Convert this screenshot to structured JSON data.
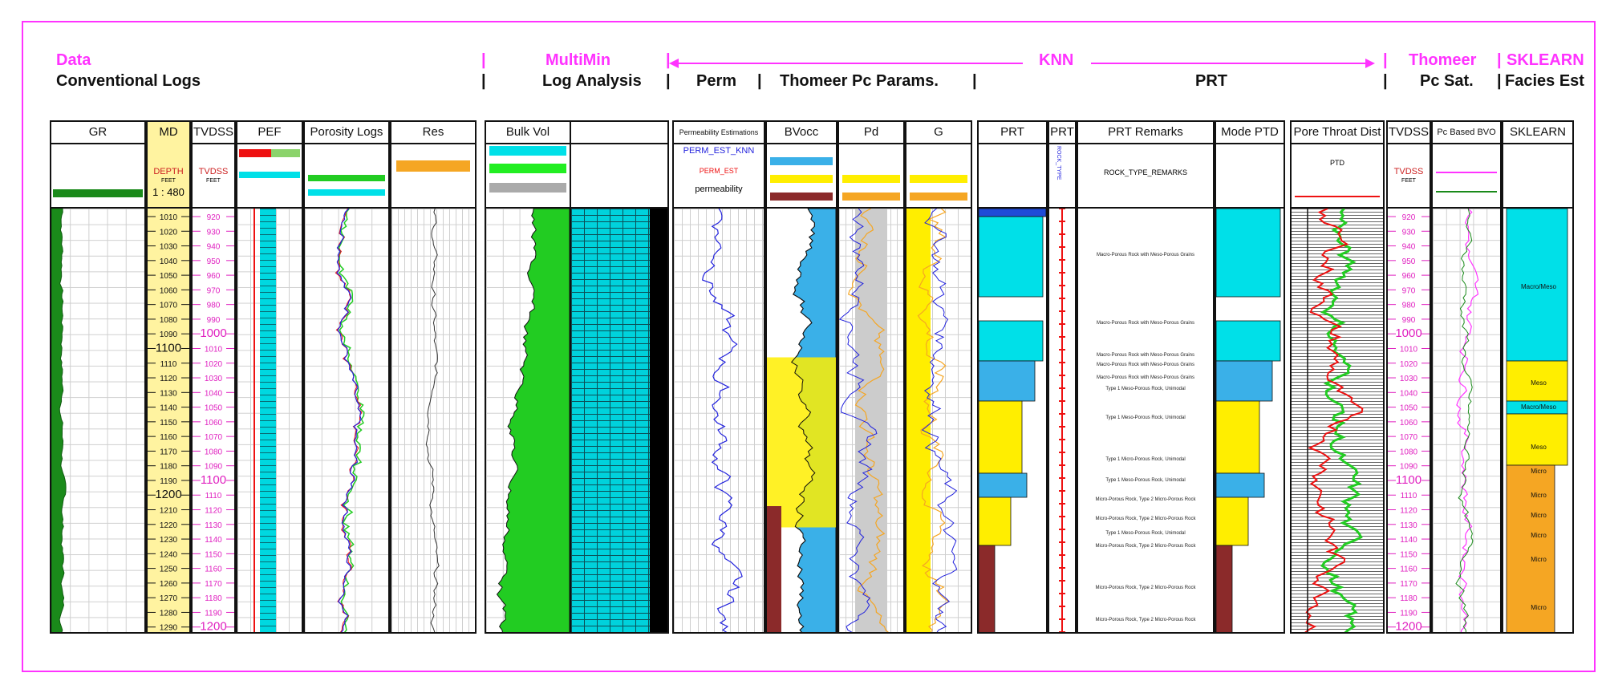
{
  "groups": {
    "data": {
      "top": "Data",
      "bottom": "Conventional Logs"
    },
    "multimin": {
      "top": "MultiMin",
      "bottom": "Log Analysis"
    },
    "knn": {
      "top": "KNN"
    },
    "perm": "Perm",
    "thomeer_params": "Thomeer Pc Params.",
    "prt": "PRT",
    "thomeer": {
      "top": "Thomeer",
      "bottom": "Pc Sat."
    },
    "sklearn": {
      "top": "SKLEARN",
      "bottom": "Facies Est"
    }
  },
  "tracks": {
    "gr": "GR",
    "md": "MD",
    "tvdss": "TVDSS",
    "pef": "PEF",
    "porosity": "Porosity Logs",
    "res": "Res",
    "bulkvol": "Bulk Vol",
    "perm": "Permeability Estimations",
    "bvocc": "BVocc",
    "pd": "Pd",
    "g": "G",
    "prt1": "PRT",
    "prt2": "PRT",
    "prt_remarks": "PRT Remarks",
    "mode_ptd": "Mode PTD",
    "ptd": "Pore Throat Dist",
    "tvdss2": "TVDSS",
    "pc_bvo": "Pc Based BVO",
    "sklearn": "SKLEARN"
  },
  "headers": {
    "depth_label": "DEPTH",
    "depth_unit": "FEET",
    "scale": "1 : 480",
    "tvdss_label": "TVDSS",
    "tvdss_unit": "FEET",
    "perm_est": "PERM_EST_KNN",
    "perm_est2": "PERM_EST",
    "permeability": "permeability",
    "rock_type_remarks": "ROCK_TYPE_REMARKS",
    "ptd": "PTD",
    "rock_type_vertical": "ROCK_TYPE"
  },
  "colors": {
    "magenta": "#ff33ff",
    "green": "#1a8a1a",
    "bright_green": "#22cc22",
    "cyan": "#00e0e8",
    "yellow": "#ffee00",
    "orange": "#f5a623",
    "maroon": "#8b2a2a",
    "blue": "#2222dd",
    "red": "#ee1111"
  },
  "chart_data": {
    "type": "line",
    "md_ticks": [
      "1010",
      "1020",
      "1030",
      "1040",
      "1050",
      "1060",
      "1070",
      "1080",
      "1090",
      "1100",
      "1110",
      "1120",
      "1130",
      "1140",
      "1150",
      "1160",
      "1170",
      "1180",
      "1190",
      "1200",
      "1210",
      "1220",
      "1230",
      "1240",
      "1250",
      "1260",
      "1270",
      "1280",
      "1290"
    ],
    "tvdss_ticks": [
      "920",
      "930",
      "940",
      "950",
      "960",
      "970",
      "980",
      "990",
      "1000",
      "1010",
      "1020",
      "1030",
      "1040",
      "1050",
      "1060",
      "1070",
      "1080",
      "1090",
      "1100",
      "1110",
      "1120",
      "1130",
      "1140",
      "1150",
      "1160",
      "1170",
      "1180",
      "1190",
      "1200"
    ],
    "tvdss2_ticks": [
      "920",
      "930",
      "940",
      "950",
      "960",
      "970",
      "980",
      "990",
      "1000",
      "1010",
      "1020",
      "1030",
      "1040",
      "1050",
      "1060",
      "1070",
      "1080",
      "1090",
      "1100",
      "1110",
      "1120",
      "1130",
      "1140",
      "1150",
      "1160",
      "1170",
      "1180",
      "1190",
      "1200"
    ],
    "prt_remarks": [
      "Macro-Porous Rock with Meso-Porous Grains",
      "Macro-Porous Rock with Meso-Porous Grains",
      "Macro-Porous Rock with Meso-Porous Grains",
      "Macro-Porous Rock with Meso-Porous Grains",
      "Macro-Porous Rock with Meso-Porous Grains",
      "Type 1 Meso-Porous Rock, Unimodal",
      "Type 1 Meso-Porous Rock, Unimodal",
      "Type 1 Micro-Porous Rock, Unimodal",
      "Type 1 Meso-Porous Rock, Unimodal",
      "Micro-Porous Rock, Type 2 Micro-Porous Rock",
      "Micro-Porous Rock, Type 2 Micro-Porous Rock",
      "Type 1 Meso-Porous Rock, Unimodal",
      "Micro-Porous Rock, Type 2 Micro-Porous Rock",
      "Micro-Porous Rock, Type 2 Micro-Porous Rock",
      "Micro-Porous Rock, Type 2 Micro-Porous Rock"
    ],
    "sklearn_facies": [
      "Macro/Meso",
      "Meso",
      "Macro/Meso",
      "Meso",
      "Micro",
      "Micro",
      "Micro",
      "Micro",
      "Micro",
      "Micro"
    ]
  }
}
